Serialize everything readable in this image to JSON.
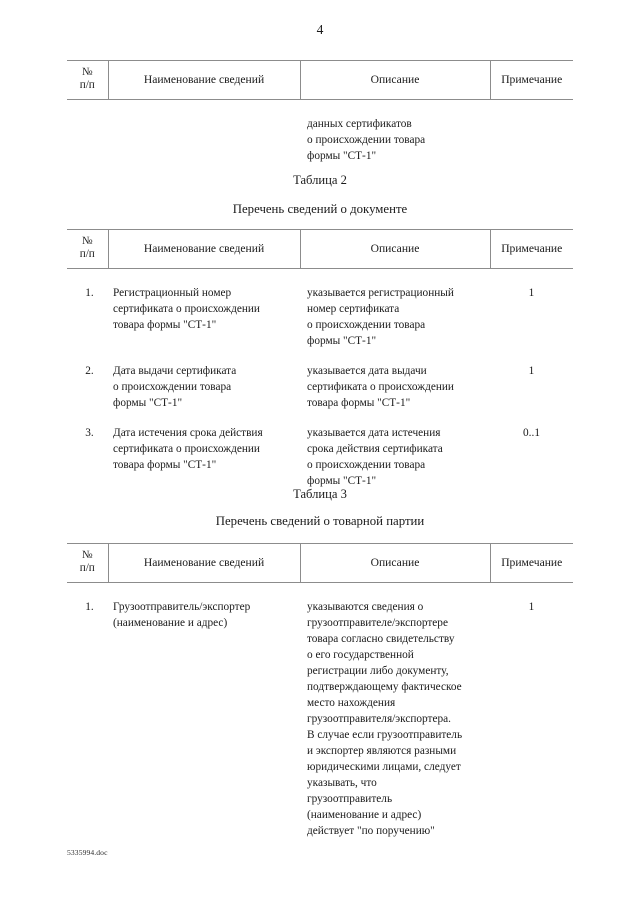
{
  "page": {
    "number": "4",
    "footer_file": "5335994.doc"
  },
  "table_headers": {
    "num_line1": "№",
    "num_line2": "п/п",
    "name": "Наименование сведений",
    "description": "Описание",
    "note": "Примечание"
  },
  "continued_table": {
    "description_lines": [
      "данных сертификатов",
      "о происхождении товара",
      "формы \"СТ-1\""
    ]
  },
  "table2": {
    "caption": "Таблица 2",
    "subtitle": "Перечень сведений о документе",
    "rows": [
      {
        "num": "1.",
        "name_lines": [
          "Регистрационный номер",
          "сертификата о происхождении",
          "товара формы \"СТ-1\""
        ],
        "desc_lines": [
          "указывается регистрационный",
          "номер сертификата",
          "о происхождении товара",
          "формы \"СТ-1\""
        ],
        "note": "1"
      },
      {
        "num": "2.",
        "name_lines": [
          "Дата выдачи сертификата",
          "о происхождении товара",
          "формы \"СТ-1\""
        ],
        "desc_lines": [
          "указывается дата выдачи",
          "сертификата о происхождении",
          "товара формы \"СТ-1\""
        ],
        "note": "1"
      },
      {
        "num": "3.",
        "name_lines": [
          "Дата истечения срока действия",
          "сертификата о происхождении",
          "товара формы \"СТ-1\""
        ],
        "desc_lines": [
          "указывается дата истечения",
          "срока действия сертификата",
          "о происхождении товара",
          "формы \"СТ-1\""
        ],
        "note": "0..1"
      }
    ]
  },
  "table3": {
    "caption": "Таблица 3",
    "subtitle": "Перечень сведений о товарной партии",
    "rows": [
      {
        "num": "1.",
        "name_lines": [
          "Грузоотправитель/экспортер",
          "(наименование и адрес)"
        ],
        "desc_lines": [
          "указываются сведения о",
          "грузоотправителе/экспортере",
          "товара согласно свидетельству",
          "о его государственной",
          "регистрации либо документу,",
          "подтверждающему фактическое",
          "место нахождения",
          "грузоотправителя/экспортера.",
          "В случае если грузоотправитель",
          "и экспортер являются разными",
          "юридическими лицами, следует",
          "указывать, что",
          "грузоотправитель",
          "(наименование и адрес)",
          "действует \"по поручению\""
        ],
        "note": "1"
      }
    ]
  }
}
